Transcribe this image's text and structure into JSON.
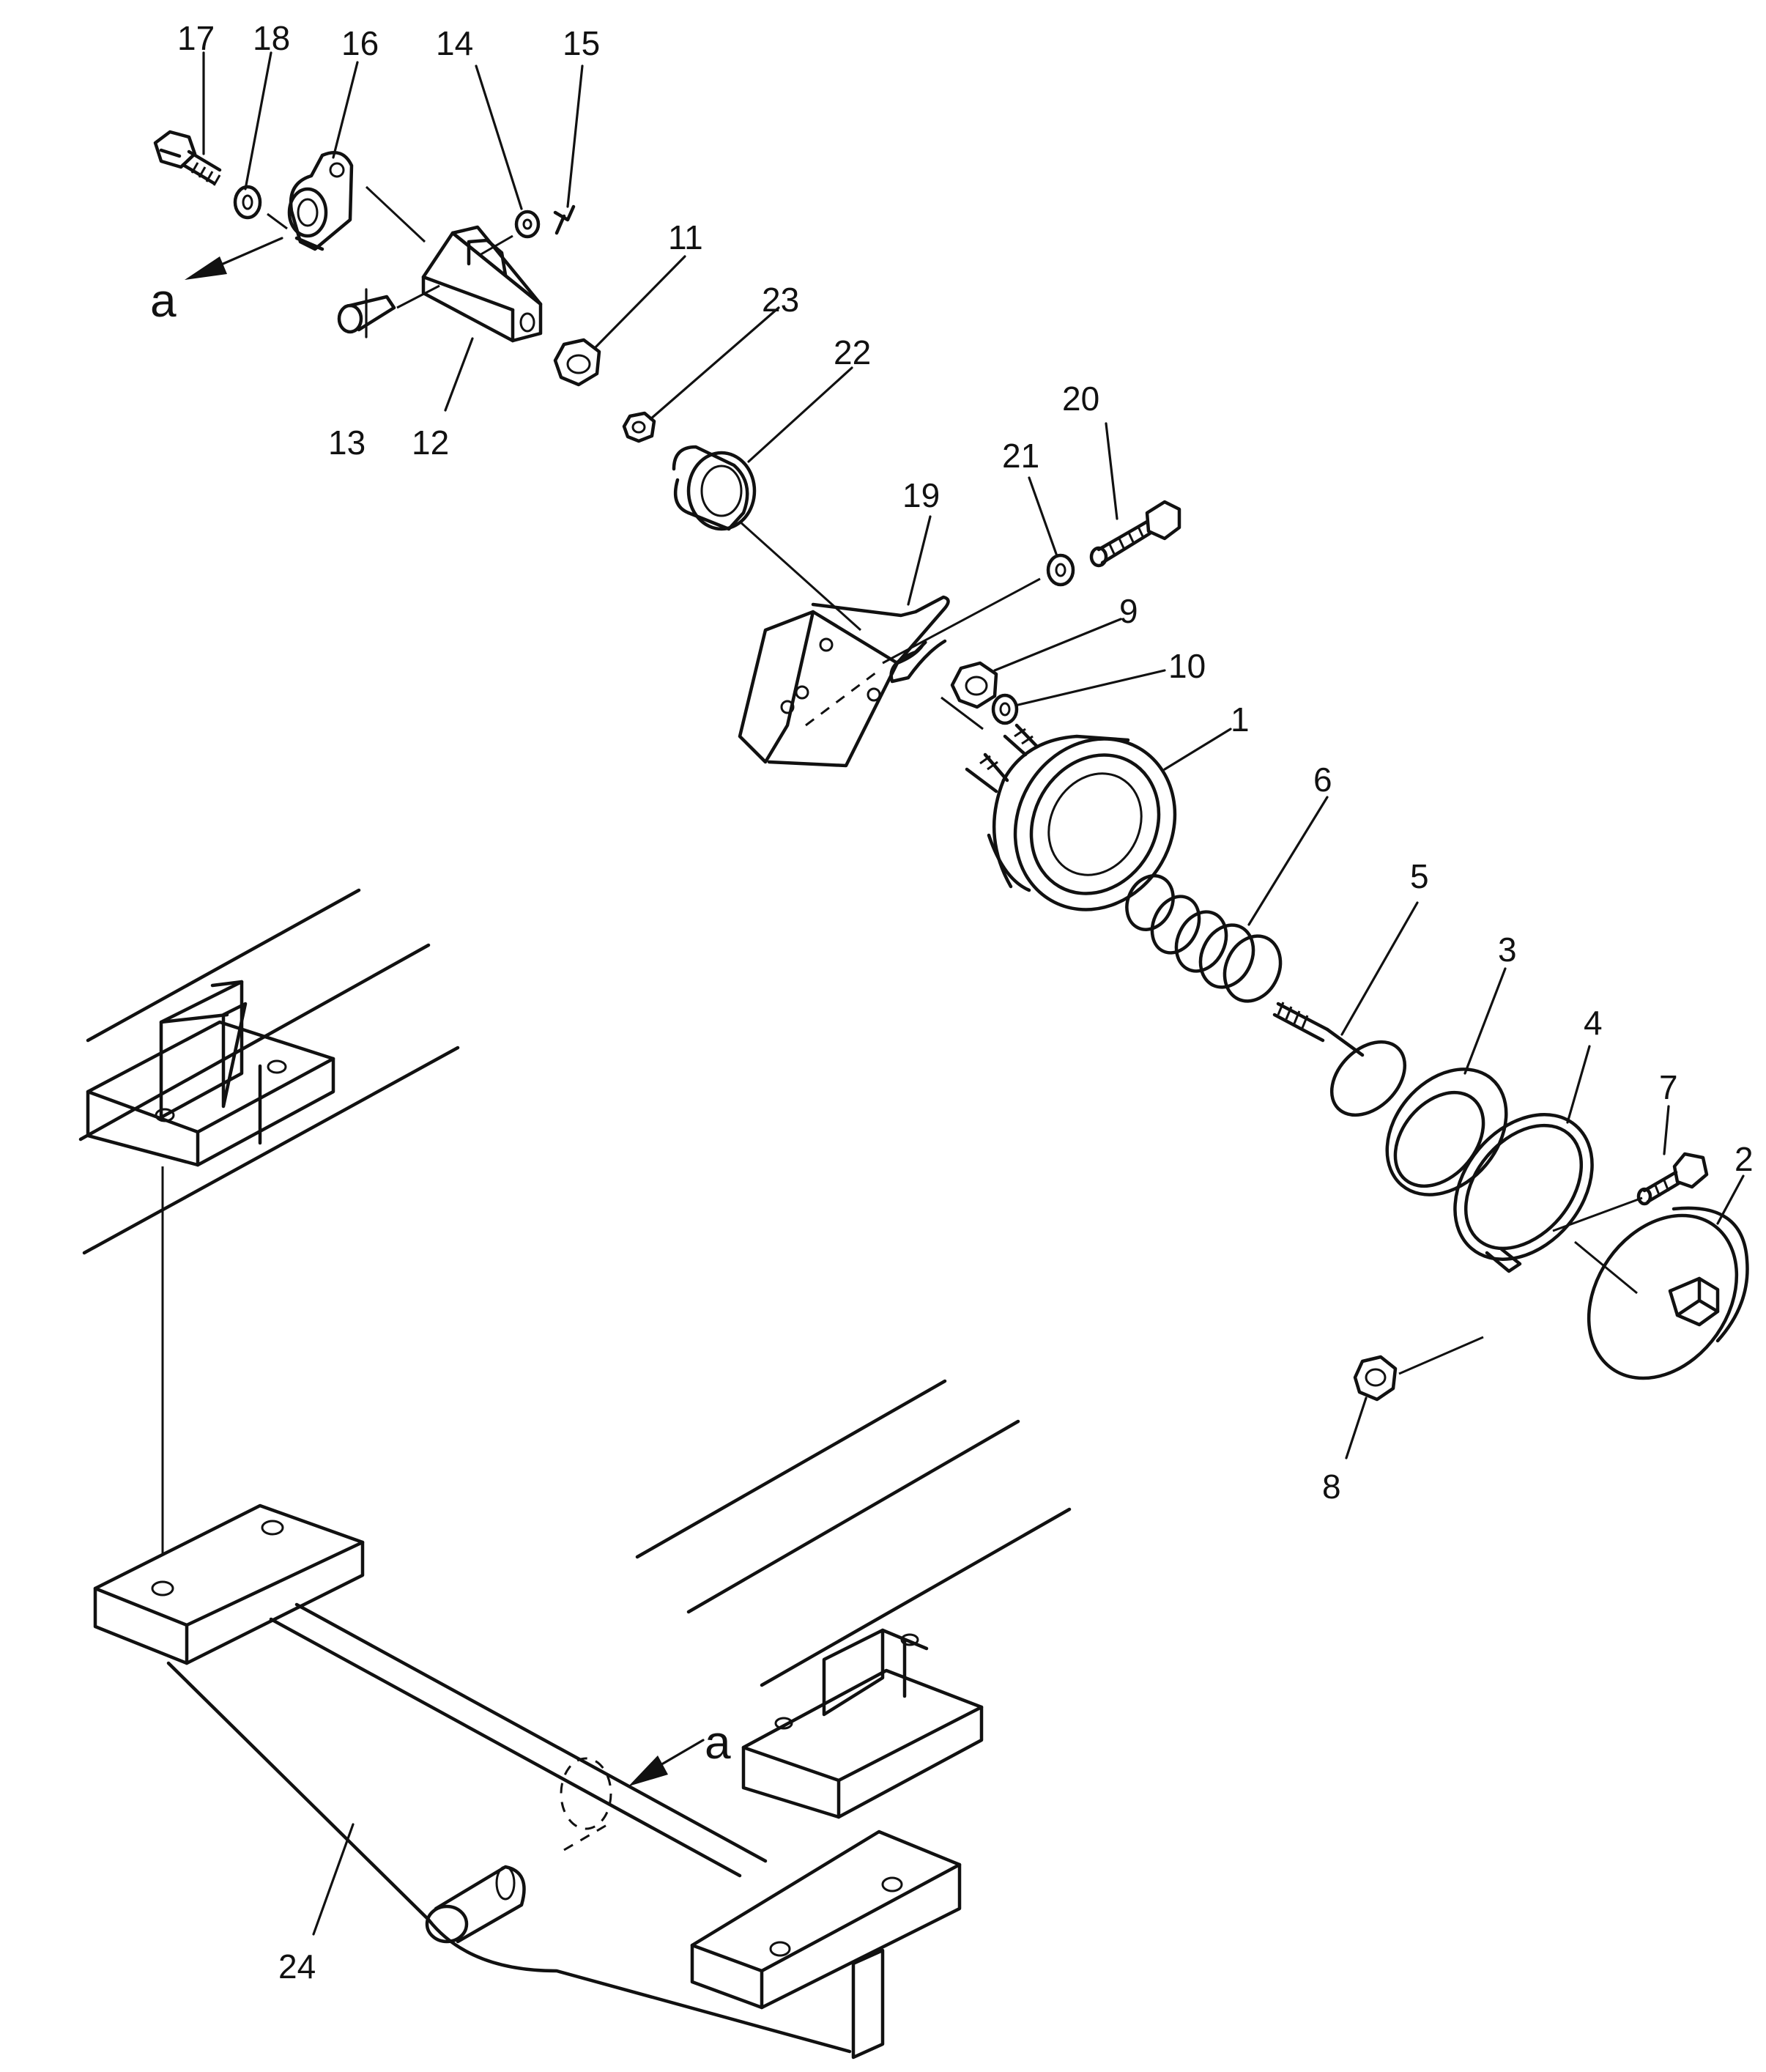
{
  "diagram": {
    "callouts": {
      "c1": "1",
      "c2": "2",
      "c3": "3",
      "c4": "4",
      "c5": "5",
      "c6": "6",
      "c7": "7",
      "c8": "8",
      "c9": "9",
      "c10": "10",
      "c11": "11",
      "c12": "12",
      "c13": "13",
      "c14": "14",
      "c15": "15",
      "c16": "16",
      "c17": "17",
      "c18": "18",
      "c19": "19",
      "c20": "20",
      "c21": "21",
      "c22": "22",
      "c23": "23",
      "c24": "24"
    },
    "view_marker": {
      "top": "a",
      "bottom": "a"
    },
    "line_color": "#111111",
    "background": "#ffffff"
  }
}
